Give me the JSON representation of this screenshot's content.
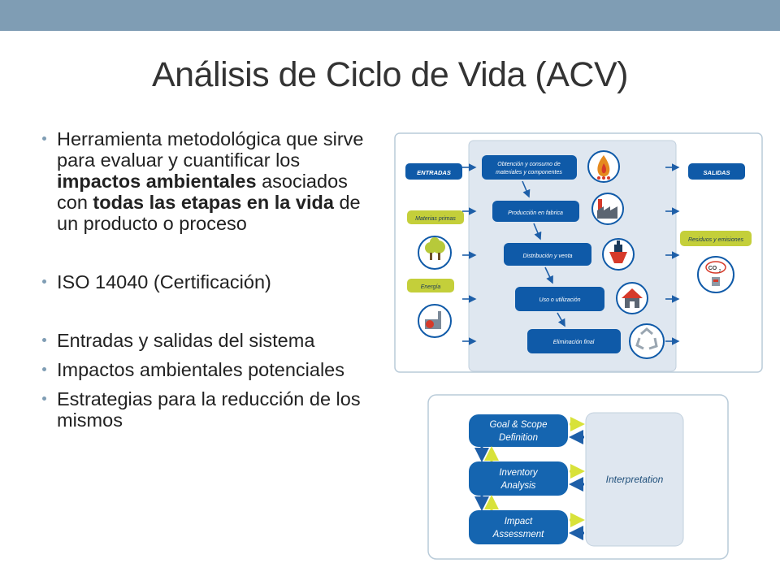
{
  "slide": {
    "title": "Análisis de Ciclo de Vida (ACV)"
  },
  "bullets": [
    {
      "parts": [
        {
          "text": "Herramienta metodológica que sirve para evaluar y cuantificar los ",
          "bold": false
        },
        {
          "text": "impactos ambientales",
          "bold": true
        },
        {
          "text": " asociados con ",
          "bold": false
        },
        {
          "text": "todas las etapas en la vida",
          "bold": true
        },
        {
          "text": " de un producto o proceso",
          "bold": false
        }
      ]
    },
    {
      "parts": [
        {
          "text": "ISO 14040 (Certificación)",
          "bold": false
        }
      ]
    },
    {
      "parts": [
        {
          "text": "Entradas y salidas del sistema",
          "bold": false
        }
      ]
    },
    {
      "parts": [
        {
          "text": "Impactos ambientales potenciales",
          "bold": false
        }
      ]
    },
    {
      "parts": [
        {
          "text": "Estrategias para la reducción de los mismos",
          "bold": false
        }
      ]
    }
  ],
  "lca_diagram": {
    "inputs_header": "ENTRADAS",
    "outputs_header": "SALIDAS",
    "input_materials": "Materias primas",
    "input_energy": "Energía",
    "output_waste": "Residuos y emisiones",
    "stages": [
      {
        "line1": "Obtención y consumo de",
        "line2": "materiales y componentes",
        "icon": "flame-icon"
      },
      {
        "line1": "Producción en fabrica",
        "line2": "",
        "icon": "factory-icon"
      },
      {
        "line1": "Distribución y venta",
        "line2": "",
        "icon": "ship-icon"
      },
      {
        "line1": "Uso o utilización",
        "line2": "",
        "icon": "house-icon"
      },
      {
        "line1": "Eliminación final",
        "line2": "",
        "icon": "recycle-icon"
      }
    ],
    "co2_label": "CO",
    "co2_sub": "2"
  },
  "framework_diagram": {
    "goal_line1": "Goal & Scope",
    "goal_line2": "Definition",
    "inventory_line1": "Inventory",
    "inventory_line2": "Analysis",
    "impact_line1": "Impact",
    "impact_line2": "Assessment",
    "interpretation": "Interpretation"
  },
  "colors": {
    "topbar": "#7f9db4",
    "stage_blue": "#0f5aa8",
    "input_green": "#c4cf3a",
    "panel_bg": "#dfe7f0",
    "arrow_blue": "#1e5fa8",
    "arrow_yellow": "#d8e23a",
    "icon_red": "#d63a2a"
  }
}
